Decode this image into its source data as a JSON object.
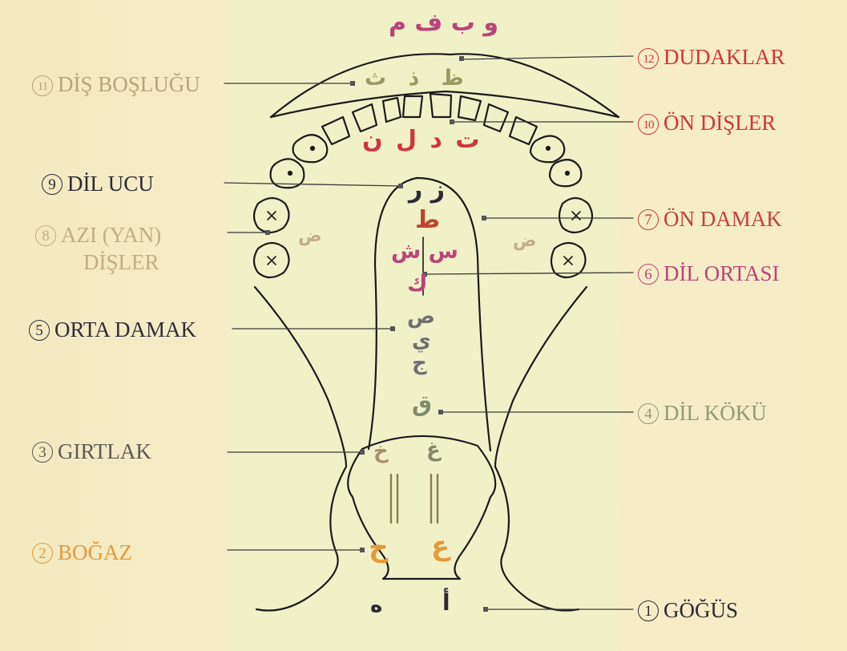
{
  "colors": {
    "background": "#f3e9c0",
    "panel": "#f1f1c8",
    "line": "#1a1a1a",
    "red": "#d2343b",
    "magenta": "#b8457a",
    "olive": "#9a9a62",
    "beige": "#c2ad86",
    "dark": "#2a2a34",
    "gray": "#6e6f70",
    "orange": "#e39a3a"
  },
  "labels": [
    {
      "num": "12",
      "text": "DUDAKLAR",
      "color": "#d2343b"
    },
    {
      "num": "11",
      "text": "DİŞ BOŞLUĞU",
      "color": "#b7a37e"
    },
    {
      "num": "10",
      "text": "ÖN DİŞLER",
      "color": "#d2343b"
    },
    {
      "num": "9",
      "text": "DİL UCU",
      "color": "#2a2a34"
    },
    {
      "num": "8",
      "text": "AZI (YAN)",
      "text2": "DİŞLER",
      "color": "#c2ad86"
    },
    {
      "num": "7",
      "text": "ÖN DAMAK",
      "color": "#c2413f"
    },
    {
      "num": "6",
      "text": "DİL ORTASI",
      "color": "#b8457a"
    },
    {
      "num": "5",
      "text": "ORTA DAMAK",
      "color": "#2f2f3a"
    },
    {
      "num": "4",
      "text": "DİL KÖKÜ",
      "color": "#909a78"
    },
    {
      "num": "3",
      "text": "GIRTLAK",
      "color": "#5c5a55"
    },
    {
      "num": "2",
      "text": "BOĞAZ",
      "color": "#e39a3a"
    },
    {
      "num": "1",
      "text": "GÖĞÜS",
      "color": "#2a2a34"
    }
  ],
  "letters": {
    "lips": "و ب ف م",
    "tooth_gap": "ظ ذ ث",
    "front_teeth": "ت د ل ن",
    "tongue_tip": "ز ر",
    "front_palate": "ط",
    "tongue_mid_1": "س ش",
    "tongue_mid_2": "ك",
    "side_left": "ض",
    "side_right": "ض",
    "mid_palate_1": "ص",
    "mid_palate_2": "ي",
    "mid_palate_3": "ج",
    "root": "ق",
    "larynx_left": "خ",
    "larynx_right": "غ",
    "throat_left": "ح",
    "throat_right": "ع",
    "chest_left": "ه",
    "chest_right": "أ"
  }
}
